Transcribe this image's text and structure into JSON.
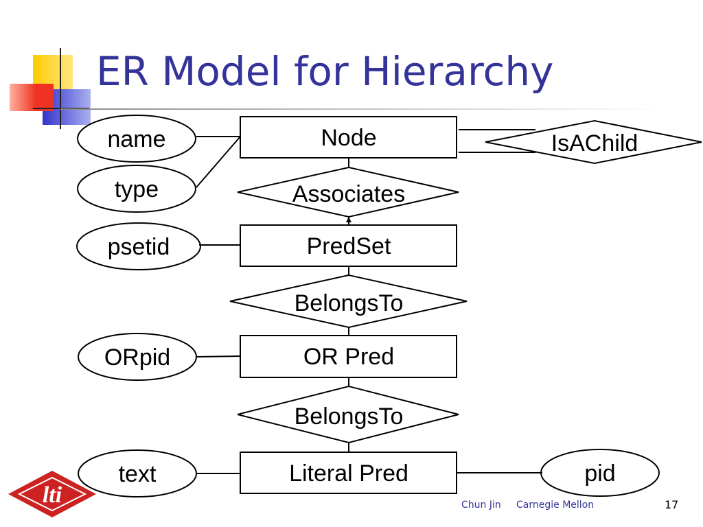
{
  "slide": {
    "title": "ER Model for Hierarchy",
    "logo_text": "lti",
    "footer_author": "Chun Jin",
    "footer_org": "Carnegie Mellon",
    "page_number": "17"
  },
  "entities": {
    "node": "Node",
    "predset": "PredSet",
    "orpred": "OR Pred",
    "literalpred": "Literal Pred"
  },
  "relationships": {
    "isachild": "IsAChild",
    "associates": "Associates",
    "belongsto_1": "BelongsTo",
    "belongsto_2": "BelongsTo"
  },
  "attributes": {
    "name": "name",
    "type": "type",
    "psetid": "psetid",
    "orpid": "ORpid",
    "text": "text",
    "pid": "pid"
  },
  "colors": {
    "title": "#333399",
    "deco_yellow": "#ffcc00",
    "deco_red": "#ee3322",
    "deco_blue": "#3333cc",
    "logo_red": "#cc2222"
  }
}
